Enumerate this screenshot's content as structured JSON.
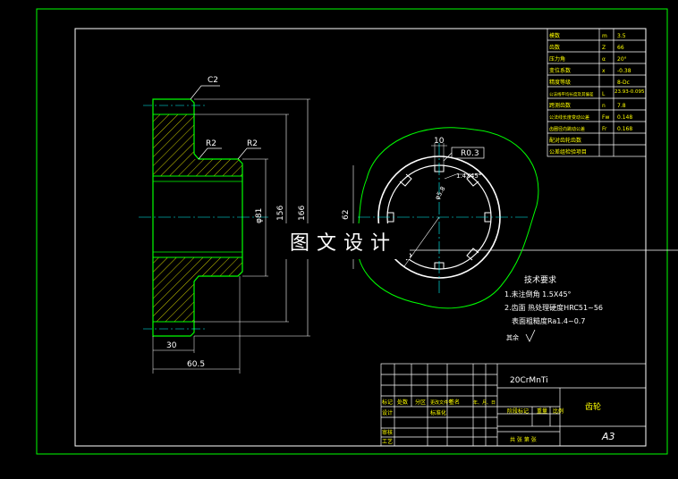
{
  "params": [
    {
      "name": "模数",
      "sym": "m",
      "val": "3.5"
    },
    {
      "name": "齿数",
      "sym": "Z",
      "val": "66"
    },
    {
      "name": "压力角",
      "sym": "α",
      "val": "20°"
    },
    {
      "name": "变位系数",
      "sym": "x",
      "val": "-0.38"
    },
    {
      "name": "精度等级",
      "sym": "",
      "val": "8-Dc"
    },
    {
      "name": "公法线平均长度及其偏差",
      "sym": "L",
      "val": "23.93-0.095"
    },
    {
      "name": "跨测齿数",
      "sym": "n",
      "val": "7.8"
    },
    {
      "name": "公法线长度变动公差",
      "sym": "Fw",
      "val": "0.148"
    },
    {
      "name": "齿圈径向跳动公差",
      "sym": "Fr",
      "val": "0.168"
    },
    {
      "name": "配对齿轮齿数",
      "sym": "",
      "val": ""
    },
    {
      "name": "公差组检验项目",
      "sym": "",
      "val": ""
    }
  ],
  "dims": {
    "chamfer": "C2",
    "r1": "R2",
    "r2": "R2",
    "d81": "φ81",
    "d156": "156",
    "d166": "166",
    "w30": "30",
    "w605": "60.5",
    "ten": "10",
    "r03": "R0.3",
    "ch": "1.4X45°",
    "phi": "φ5.8",
    "d62": "62"
  },
  "notes": {
    "title": "技术要求",
    "line1": "1.未注倒角  1.5X45°",
    "line2": "2.齿面    热处理硬度HRC51~56",
    "line3": "表面粗糙度Ra1.4~0.7",
    "line4": "其余"
  },
  "title_block": {
    "material": "20CrMnTi",
    "part_name": "齿轮",
    "sheet_size": "A3",
    "col_mark": "标记",
    "col_count": "处数",
    "col_zone": "分区",
    "col_doc": "更改文件号",
    "col_sign": "签名",
    "col_date": "年、月、日",
    "design": "设计",
    "standard": "标准化",
    "review": "审核",
    "process": "工艺",
    "stage_mark": "阶段标记",
    "weight": "重量",
    "scale": "比例",
    "sheets": "共 张 第 张"
  },
  "watermark": "图文设计",
  "colors": {
    "frame": "#ffffff",
    "outline": "#00ff00",
    "text": "#ffff00",
    "center": "#00ffff",
    "accent": "#ff00ff"
  }
}
